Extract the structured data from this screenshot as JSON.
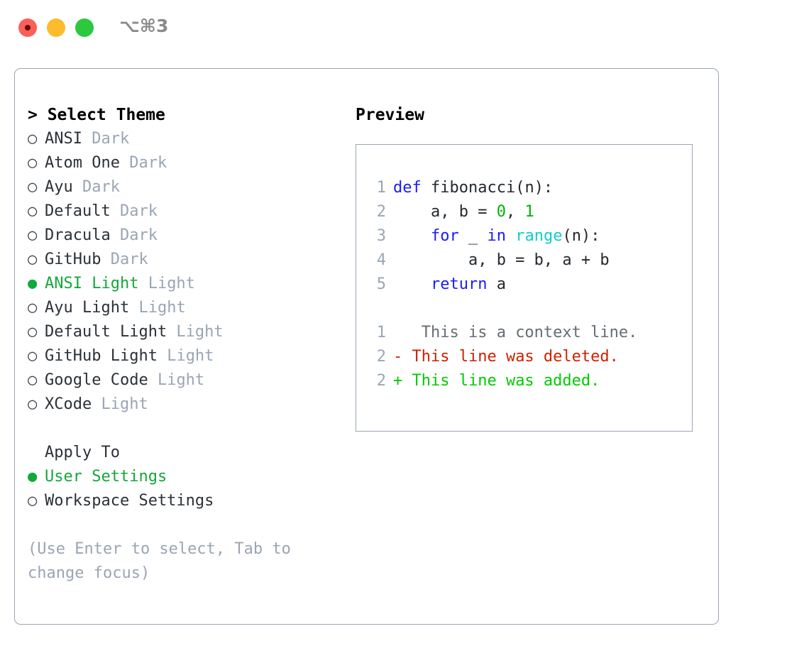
{
  "titlebar": {
    "shortcut": "⌥⌘3",
    "lights": [
      "close",
      "minimize",
      "maximize"
    ]
  },
  "theme_picker": {
    "header": "> Select Theme",
    "selected_bullet": "●",
    "unselected_bullet": "○",
    "options": [
      {
        "bullet": "○",
        "label": "ANSI",
        "badge": "Dark",
        "selected": false
      },
      {
        "bullet": "○",
        "label": "Atom One",
        "badge": "Dark",
        "selected": false
      },
      {
        "bullet": "○",
        "label": "Ayu",
        "badge": "Dark",
        "selected": false
      },
      {
        "bullet": "○",
        "label": "Default",
        "badge": "Dark",
        "selected": false
      },
      {
        "bullet": "○",
        "label": "Dracula",
        "badge": "Dark",
        "selected": false
      },
      {
        "bullet": "○",
        "label": "GitHub",
        "badge": "Dark",
        "selected": false
      },
      {
        "bullet": "●",
        "label": "ANSI Light",
        "badge": "Light",
        "selected": true
      },
      {
        "bullet": "○",
        "label": "Ayu Light",
        "badge": "Light",
        "selected": false
      },
      {
        "bullet": "○",
        "label": "Default Light",
        "badge": "Light",
        "selected": false
      },
      {
        "bullet": "○",
        "label": "GitHub Light",
        "badge": "Light",
        "selected": false
      },
      {
        "bullet": "○",
        "label": "Google Code",
        "badge": "Light",
        "selected": false
      },
      {
        "bullet": "○",
        "label": "XCode",
        "badge": "Light",
        "selected": false
      }
    ]
  },
  "apply_to": {
    "heading": "Apply To",
    "options": [
      {
        "bullet": "●",
        "label": "User Settings",
        "selected": true
      },
      {
        "bullet": "○",
        "label": "Workspace Settings",
        "selected": false
      }
    ]
  },
  "hint": "(Use Enter to select, Tab to change focus)",
  "preview": {
    "title": "Preview",
    "code_lines": [
      {
        "number": "1",
        "tokens": [
          {
            "text": "def",
            "style": "kw"
          },
          {
            "text": " fibonacci(n):",
            "style": "plain-code"
          }
        ]
      },
      {
        "number": "2",
        "tokens": [
          {
            "text": "    a, b = ",
            "style": "plain-code"
          },
          {
            "text": "0",
            "style": "num"
          },
          {
            "text": ", ",
            "style": "plain-code"
          },
          {
            "text": "1",
            "style": "num"
          }
        ]
      },
      {
        "number": "3",
        "tokens": [
          {
            "text": "    ",
            "style": "plain-code"
          },
          {
            "text": "for",
            "style": "kw"
          },
          {
            "text": " _ ",
            "style": "plain-code"
          },
          {
            "text": "in",
            "style": "kw"
          },
          {
            "text": " ",
            "style": "plain-code"
          },
          {
            "text": "range",
            "style": "fn"
          },
          {
            "text": "(n):",
            "style": "plain-code"
          }
        ]
      },
      {
        "number": "4",
        "tokens": [
          {
            "text": "        a, b = b, a + b",
            "style": "plain-code"
          }
        ]
      },
      {
        "number": "5",
        "tokens": [
          {
            "text": "    ",
            "style": "plain-code"
          },
          {
            "text": "return",
            "style": "kw"
          },
          {
            "text": " a",
            "style": "plain-code"
          }
        ]
      }
    ],
    "diff_lines": [
      {
        "number": "1",
        "marker": " ",
        "text": "  This is a context line.",
        "kind": "diff-ctx"
      },
      {
        "number": "2",
        "marker": "-",
        "text": " This line was deleted.",
        "kind": "diff-del"
      },
      {
        "number": "2",
        "marker": "+",
        "text": " This line was added.",
        "kind": "diff-add"
      }
    ]
  },
  "colors": {
    "accent_green": "#14a83a",
    "muted": "#9aa5b4",
    "keyword_blue": "#1a1aff",
    "function_cyan": "#11cccc",
    "number_green": "#00b300",
    "diff_deleted": "#cc2200",
    "diff_added": "#00cc00",
    "border": "#9aa5b4",
    "light_red": "#fb5f57",
    "light_yellow": "#fcbc2c",
    "light_green": "#2bc840"
  }
}
